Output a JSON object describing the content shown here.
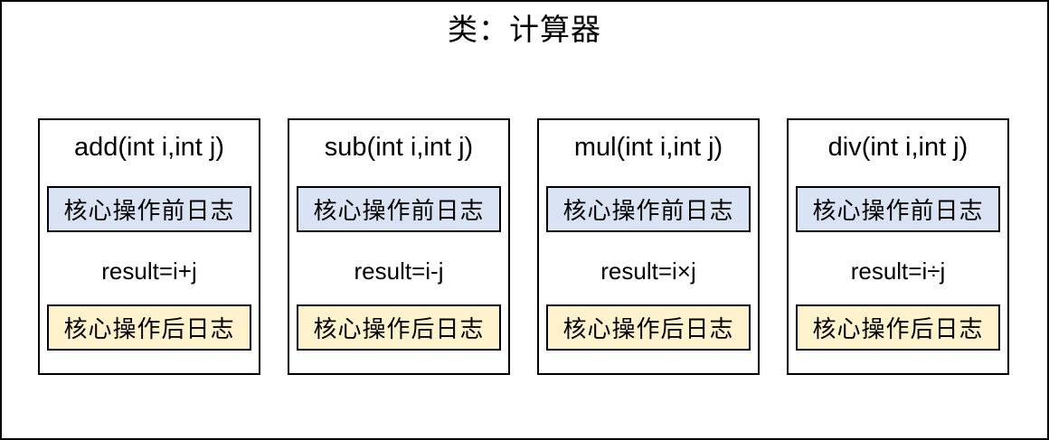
{
  "title": "类：计算器",
  "colors": {
    "pre_log_bg": "#dae3f3",
    "post_log_bg": "#fff2cc",
    "border": "#000000",
    "card_bg": "#ffffff",
    "page_bg": "#ffffff"
  },
  "methods": [
    {
      "signature": "add(int i,int j)",
      "pre_log": "核心操作前日志",
      "operation": "result=i+j",
      "post_log": "核心操作后日志"
    },
    {
      "signature": "sub(int i,int j)",
      "pre_log": "核心操作前日志",
      "operation": "result=i-j",
      "post_log": "核心操作后日志"
    },
    {
      "signature": "mul(int i,int j)",
      "pre_log": "核心操作前日志",
      "operation": "result=i×j",
      "post_log": "核心操作后日志"
    },
    {
      "signature": "div(int i,int j)",
      "pre_log": "核心操作前日志",
      "operation": "result=i÷j",
      "post_log": "核心操作后日志"
    }
  ]
}
